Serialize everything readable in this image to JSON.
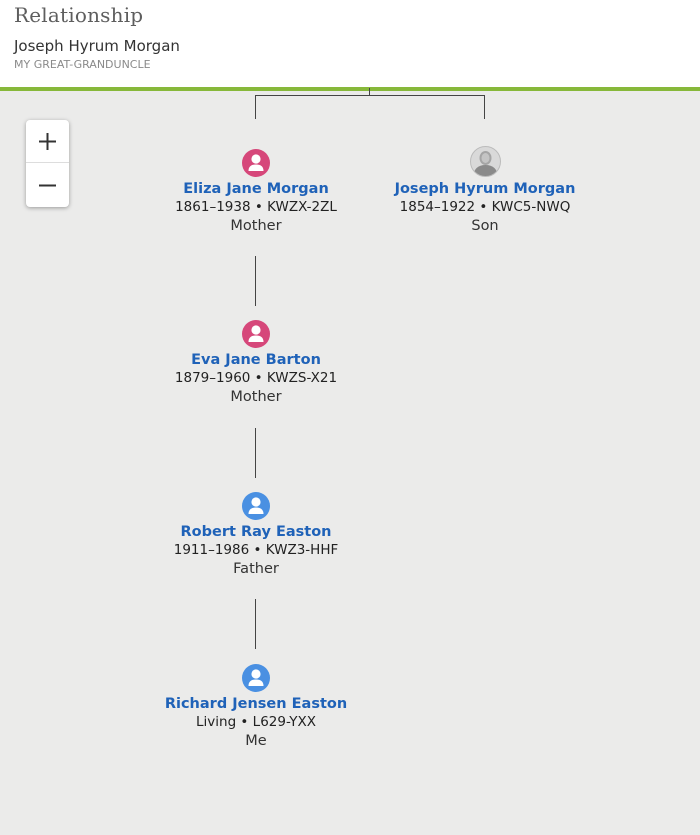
{
  "header": {
    "title": "Relationship",
    "person_name": "Joseph Hyrum Morgan",
    "relationship": "MY GREAT-GRANDUNCLE"
  },
  "colors": {
    "accent_bar": "#87b83a",
    "female": "#d6477a",
    "male": "#4a90e2",
    "link": "#1f62b8"
  },
  "zoom": {
    "in_icon": "plus-icon",
    "out_icon": "minus-icon"
  },
  "people": [
    {
      "id": "eliza",
      "name": "Eliza Jane Morgan",
      "info": "1861–1938 • KWZX-2ZL",
      "relation": "Mother",
      "gender": "female"
    },
    {
      "id": "joseph",
      "name": "Joseph Hyrum Morgan",
      "info": "1854–1922 • KWC5-NWQ",
      "relation": "Son",
      "gender": "photo"
    },
    {
      "id": "eva",
      "name": "Eva Jane Barton",
      "info": "1879–1960 • KWZS-X21",
      "relation": "Mother",
      "gender": "female"
    },
    {
      "id": "robert",
      "name": "Robert Ray Easton",
      "info": "1911–1986 • KWZ3-HHF",
      "relation": "Father",
      "gender": "male"
    },
    {
      "id": "richard",
      "name": "Richard Jensen Easton",
      "info": "Living • L629-YXX",
      "relation": "Me",
      "gender": "male"
    }
  ]
}
